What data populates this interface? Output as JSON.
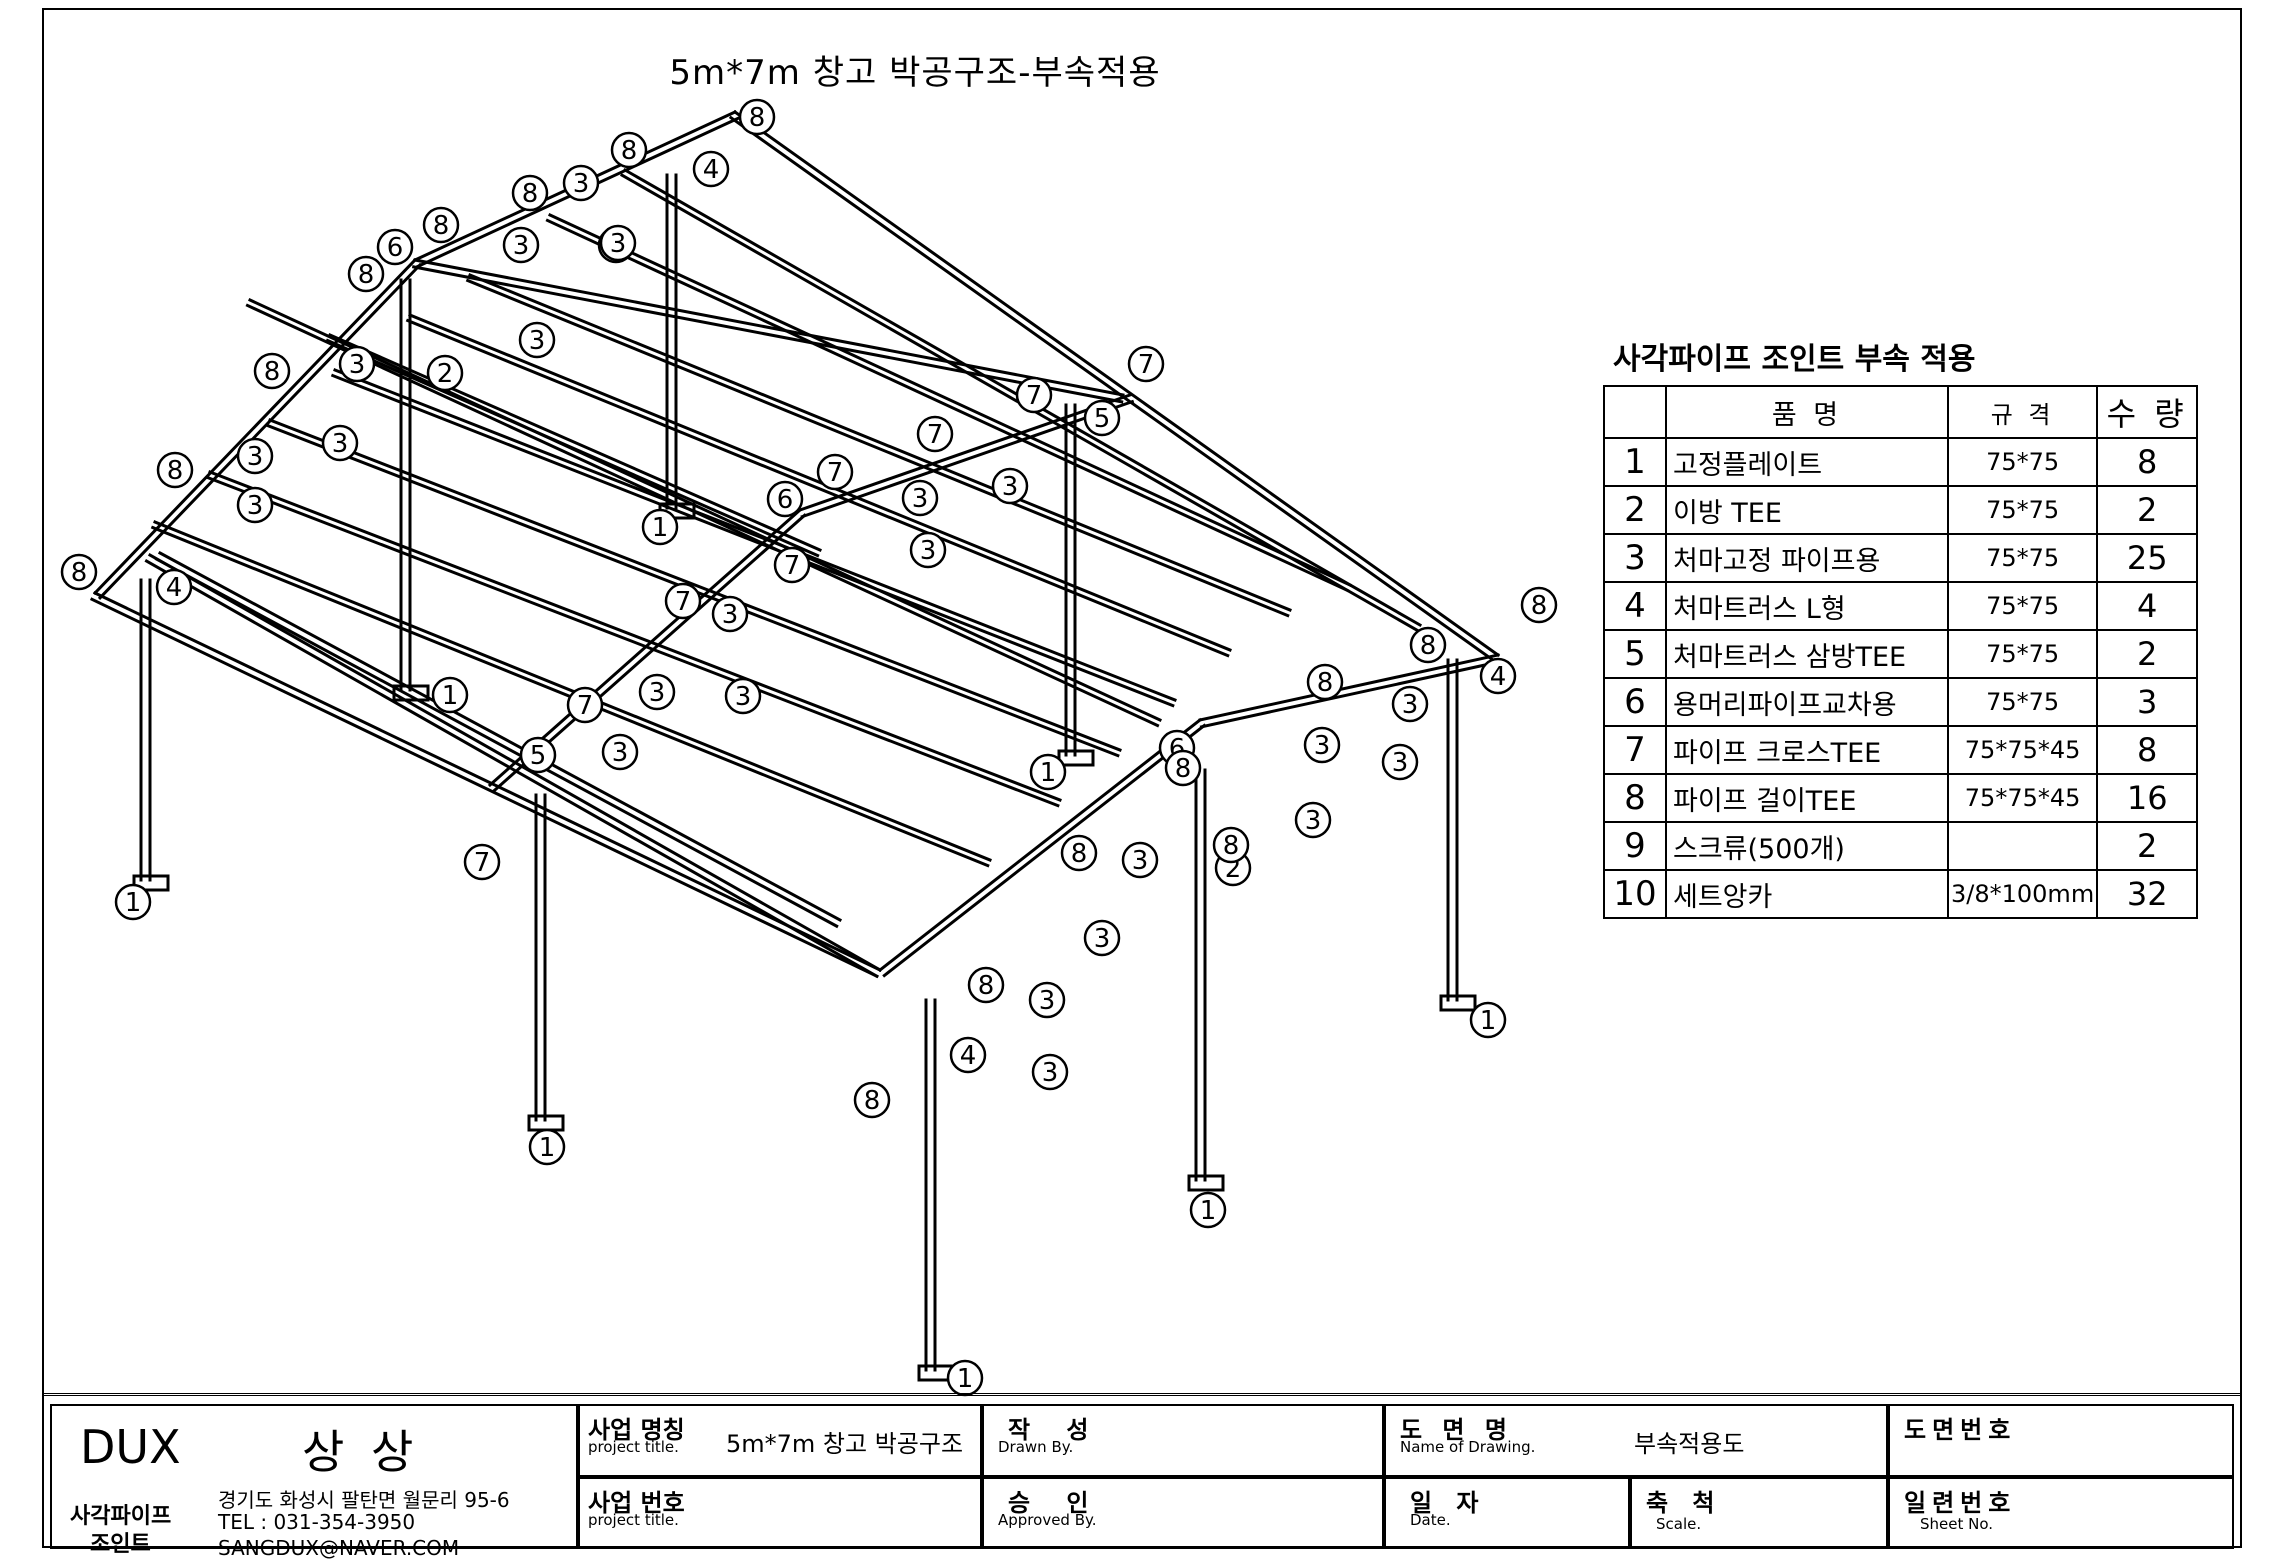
{
  "drawing": {
    "title": "5m*7m 창고 박공구조-부속적용"
  },
  "callout_labels": [
    "1",
    "2",
    "3",
    "4",
    "5",
    "6",
    "7",
    "8"
  ],
  "parts_table": {
    "heading": "사각파이프 조인트 부속 적용",
    "headers": {
      "name": "품 명",
      "spec": "규 격",
      "qty": "수 량"
    },
    "rows": [
      {
        "no": "1",
        "name": "고정플레이트",
        "spec": "75*75",
        "qty": "8"
      },
      {
        "no": "2",
        "name": "이방 TEE",
        "spec": "75*75",
        "qty": "2"
      },
      {
        "no": "3",
        "name": "처마고정 파이프용",
        "spec": "75*75",
        "qty": "25"
      },
      {
        "no": "4",
        "name": "처마트러스 L형",
        "spec": "75*75",
        "qty": "4"
      },
      {
        "no": "5",
        "name": "처마트러스 삼방TEE",
        "spec": "75*75",
        "qty": "2"
      },
      {
        "no": "6",
        "name": "용머리파이프교차용",
        "spec": "75*75",
        "qty": "3"
      },
      {
        "no": "7",
        "name": "파이프 크로스TEE",
        "spec": "75*75*45",
        "qty": "8"
      },
      {
        "no": "8",
        "name": "파이프 걸이TEE",
        "spec": "75*75*45",
        "qty": "16"
      },
      {
        "no": "9",
        "name": "스크류(500개)",
        "spec": "",
        "qty": "2"
      },
      {
        "no": "10",
        "name": "세트앙카",
        "spec": "3/8*100mm",
        "qty": "32"
      }
    ]
  },
  "title_block": {
    "company": {
      "brand": "DUX",
      "name": "상 상",
      "product_line_1": "사각파이프",
      "product_line_2": "조인트",
      "address": "경기도 화성시 팔탄면 월문리 95-6",
      "tel": "TEL : 031-354-3950",
      "email": "SANGDUX@NAVER.COM"
    },
    "project_name": {
      "label": "사업 명칭",
      "sub": "project title.",
      "value": "5m*7m 창고 박공구조"
    },
    "project_no": {
      "label": "사업 번호",
      "sub": "project title.",
      "value": ""
    },
    "drawn_by": {
      "label": "작 성",
      "sub": "Drawn By.",
      "value": ""
    },
    "approved_by": {
      "label": "승 인",
      "sub": "Approved By.",
      "value": ""
    },
    "drawing_name": {
      "label": "도 면 명",
      "sub": "Name of Drawing.",
      "value": "부속적용도"
    },
    "date": {
      "label": "일 자",
      "sub": "Date.",
      "value": ""
    },
    "scale": {
      "label": "축 척",
      "sub": "Scale.",
      "value": ""
    },
    "drawing_no": {
      "label": "도면번호",
      "value": ""
    },
    "sheet_no": {
      "label": "일련번호",
      "sub": "Sheet No.",
      "value": ""
    }
  }
}
